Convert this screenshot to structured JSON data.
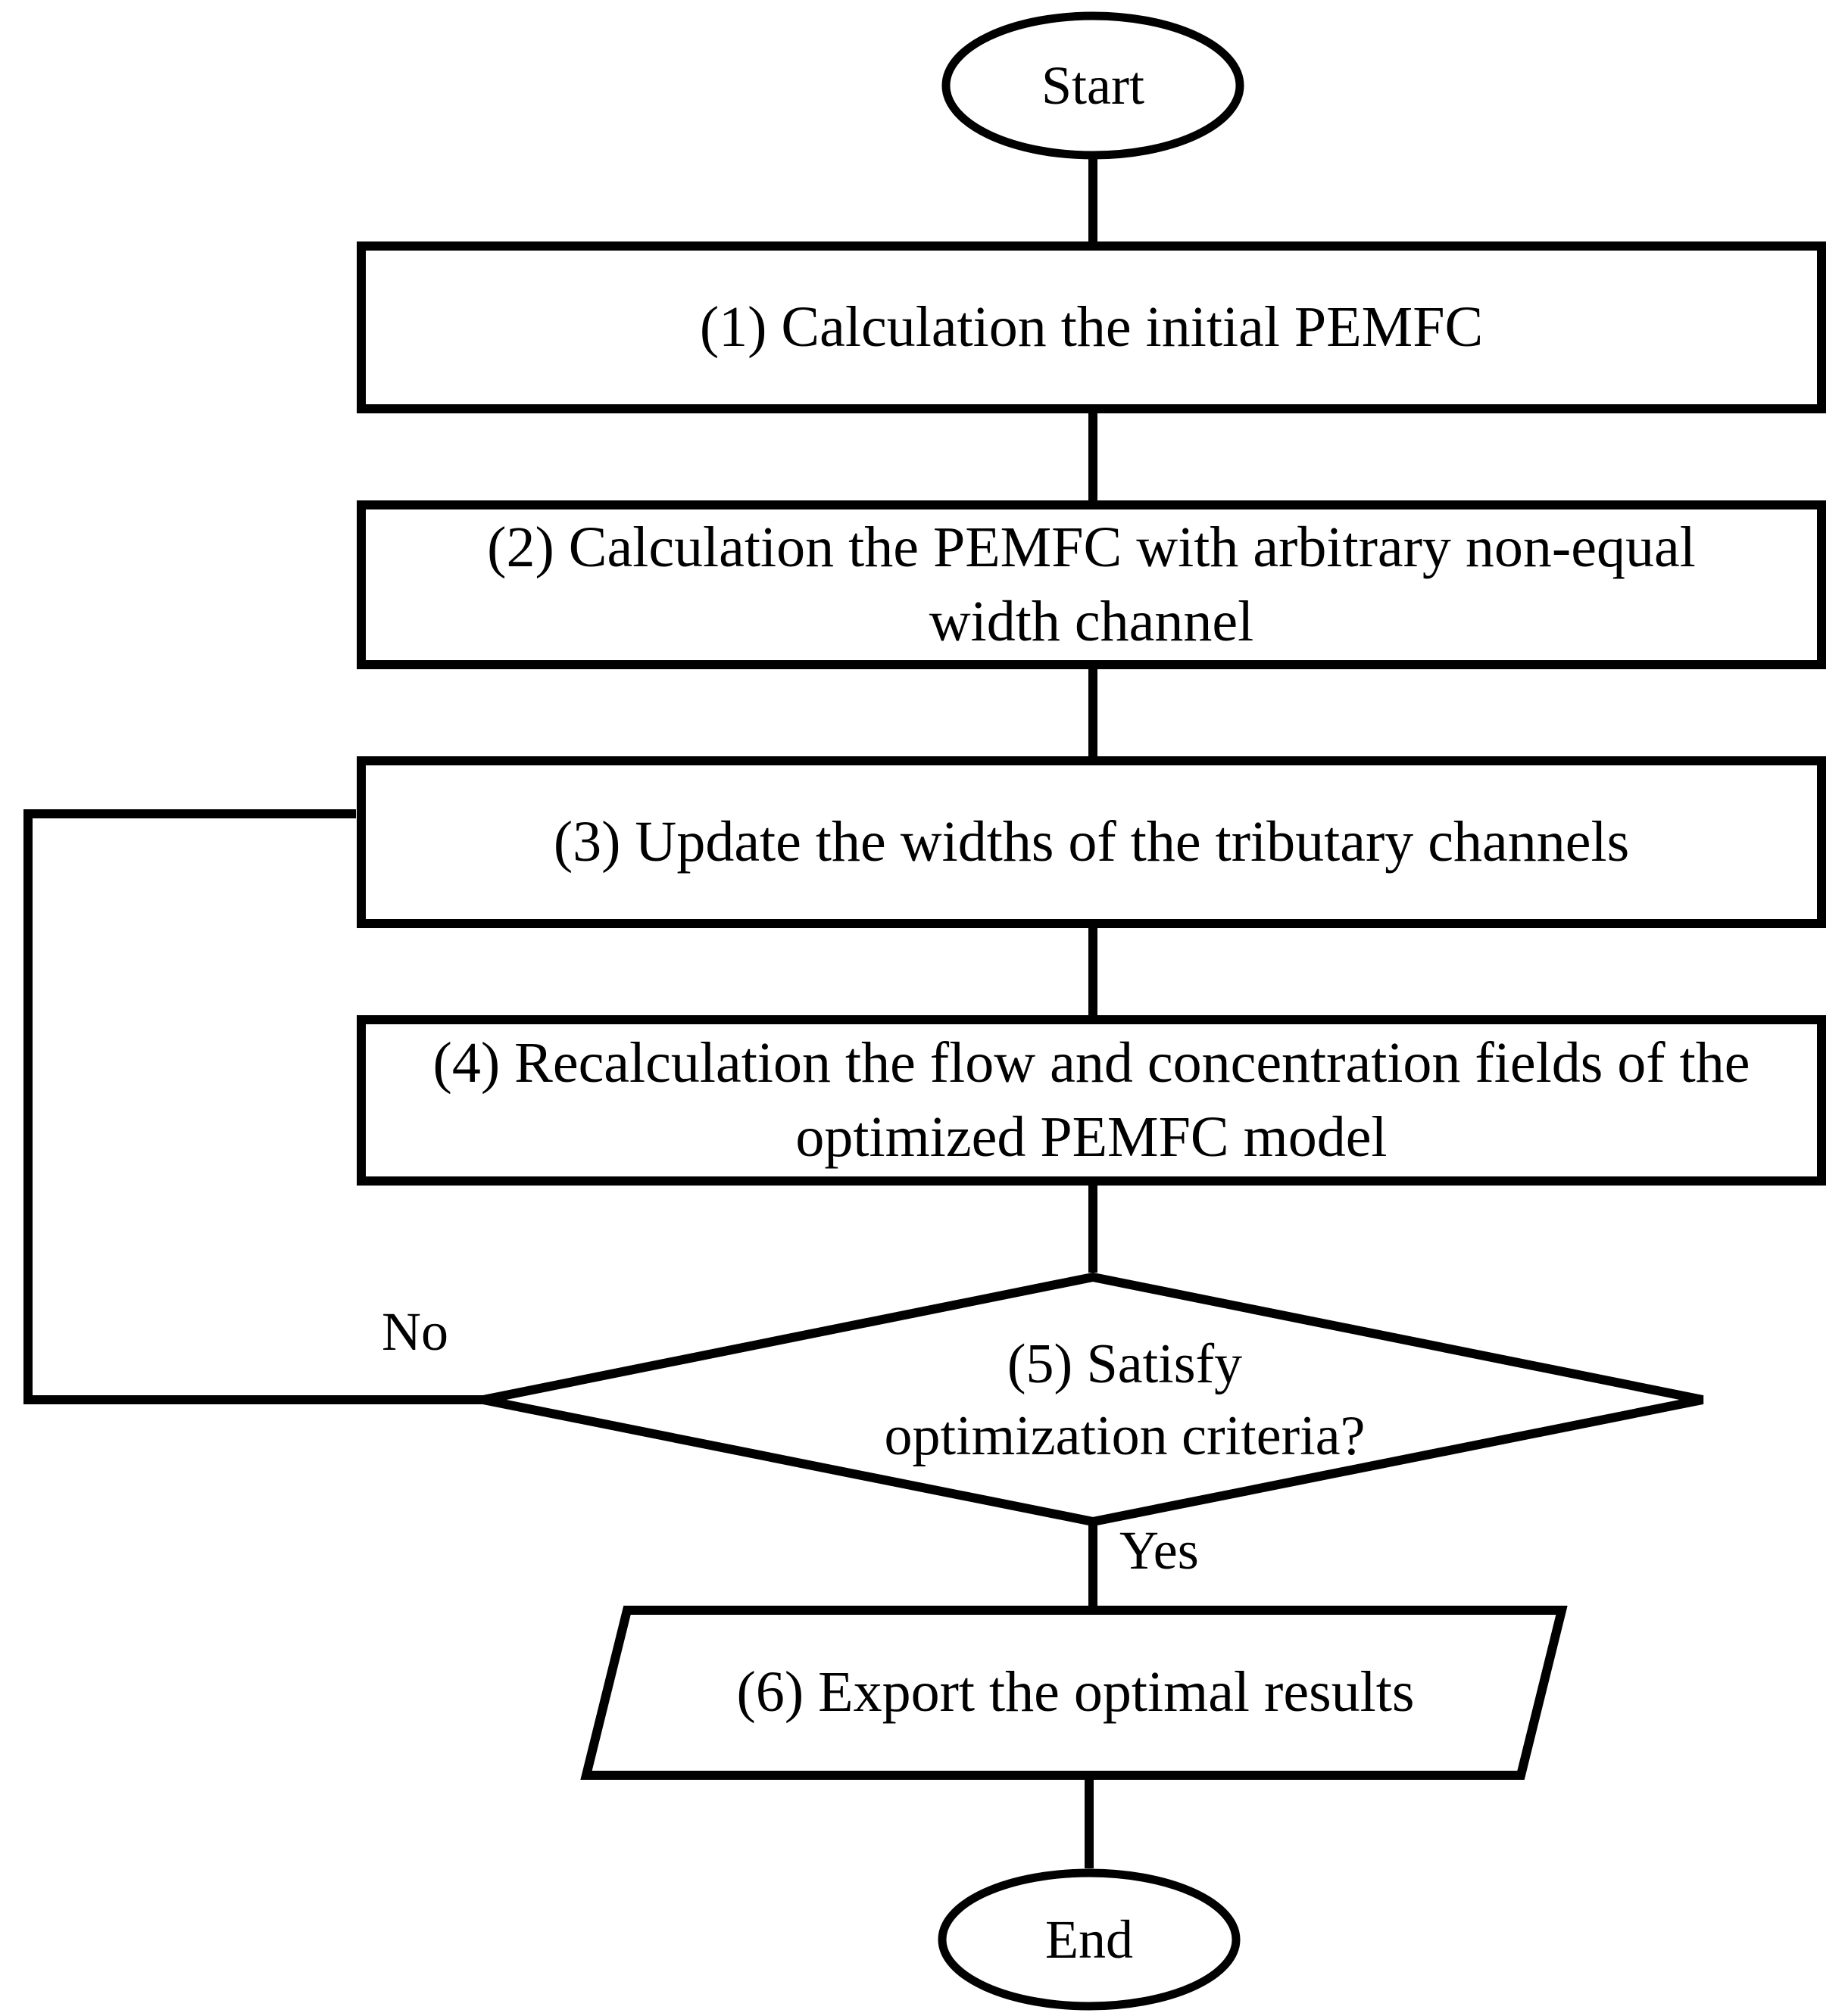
{
  "diagram": {
    "title": "PEMFC non-equal width channel optimization flowchart",
    "type": "flowchart",
    "orientation": "top-to-bottom",
    "stroke_color": "#000000",
    "fill_color": "#ffffff",
    "background_color": "#ffffff"
  },
  "nodes": {
    "start": {
      "label": "Start",
      "shape": "ellipse"
    },
    "step1": {
      "label": "(1) Calculation the initial PEMFC",
      "shape": "rectangle"
    },
    "step2": {
      "label": "(2) Calculation the PEMFC with arbitrary non-equal\nwidth channel",
      "shape": "rectangle"
    },
    "step3": {
      "label": "(3) Update the widths of the tributary channels",
      "shape": "rectangle"
    },
    "step4": {
      "label": "(4) Recalculation the flow and concentration fields of the\noptimized PEMFC model",
      "shape": "rectangle"
    },
    "step5": {
      "label": "(5) Satisfy\noptimization criteria?",
      "shape": "diamond"
    },
    "step6": {
      "label": "(6) Export the optimal results",
      "shape": "parallelogram"
    },
    "end": {
      "label": "End",
      "shape": "ellipse"
    }
  },
  "edges": {
    "start_to_1": {
      "label": ""
    },
    "one_to_two": {
      "label": ""
    },
    "two_to_three": {
      "label": ""
    },
    "three_to_four": {
      "label": ""
    },
    "four_to_five": {
      "label": ""
    },
    "five_no_to_three": {
      "label": "No"
    },
    "five_yes_to_six": {
      "label": "Yes"
    },
    "six_to_end": {
      "label": ""
    }
  }
}
